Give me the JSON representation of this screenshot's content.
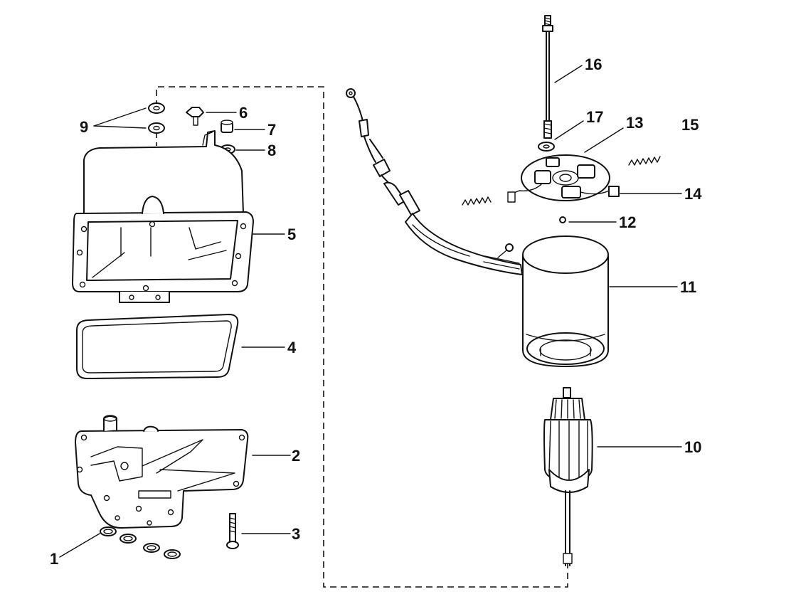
{
  "colors": {
    "ink": "#111111",
    "paper": "#ffffff"
  },
  "callouts": [
    {
      "id": "1",
      "label": "1"
    },
    {
      "id": "2",
      "label": "2"
    },
    {
      "id": "3",
      "label": "3"
    },
    {
      "id": "4",
      "label": "4"
    },
    {
      "id": "5",
      "label": "5"
    },
    {
      "id": "6",
      "label": "6"
    },
    {
      "id": "7",
      "label": "7"
    },
    {
      "id": "8",
      "label": "8"
    },
    {
      "id": "9",
      "label": "9"
    },
    {
      "id": "10",
      "label": "10"
    },
    {
      "id": "11",
      "label": "11"
    },
    {
      "id": "12",
      "label": "12"
    },
    {
      "id": "13",
      "label": "13"
    },
    {
      "id": "14",
      "label": "14"
    },
    {
      "id": "15",
      "label": "15"
    },
    {
      "id": "16",
      "label": "16"
    },
    {
      "id": "17",
      "label": "17"
    }
  ]
}
